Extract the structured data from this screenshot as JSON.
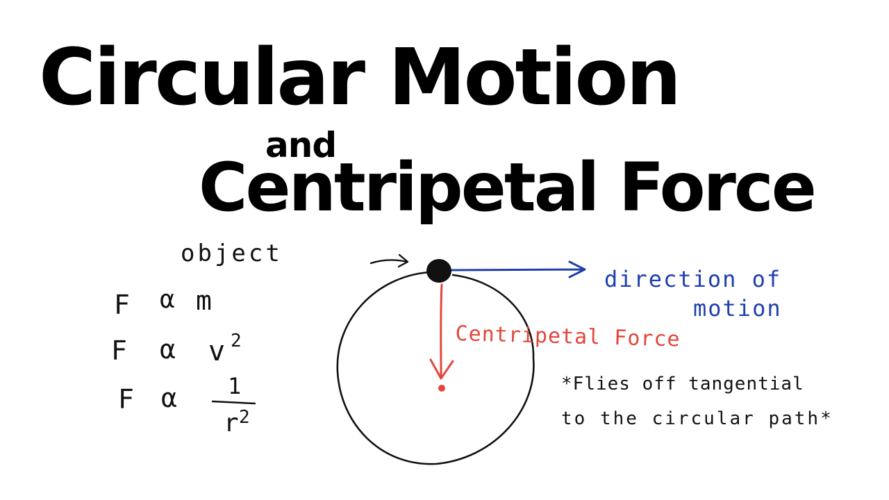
{
  "title": {
    "line1": "Circular Motion",
    "line2": "and",
    "line3": "Centripetal Force"
  },
  "labels": {
    "object": "object",
    "direction_line1": "direction of",
    "direction_line2": "motion",
    "centripetal": "Centripetal Force",
    "note_line1": "*Flies off tangential",
    "note_line2": "to the circular path*"
  },
  "formulas": {
    "f1_lhs": "F",
    "f1_rel": "α",
    "f1_rhs": "m",
    "f2_lhs": "F",
    "f2_rel": "α",
    "f2_rhs": "v",
    "f2_exp": "2",
    "f3_lhs": "F",
    "f3_rel": "α",
    "f3_num": "1",
    "f3_den": "r",
    "f3_exp": "2"
  },
  "colors": {
    "ink": "#111111",
    "blue": "#1f3fae",
    "red": "#e2463c"
  }
}
